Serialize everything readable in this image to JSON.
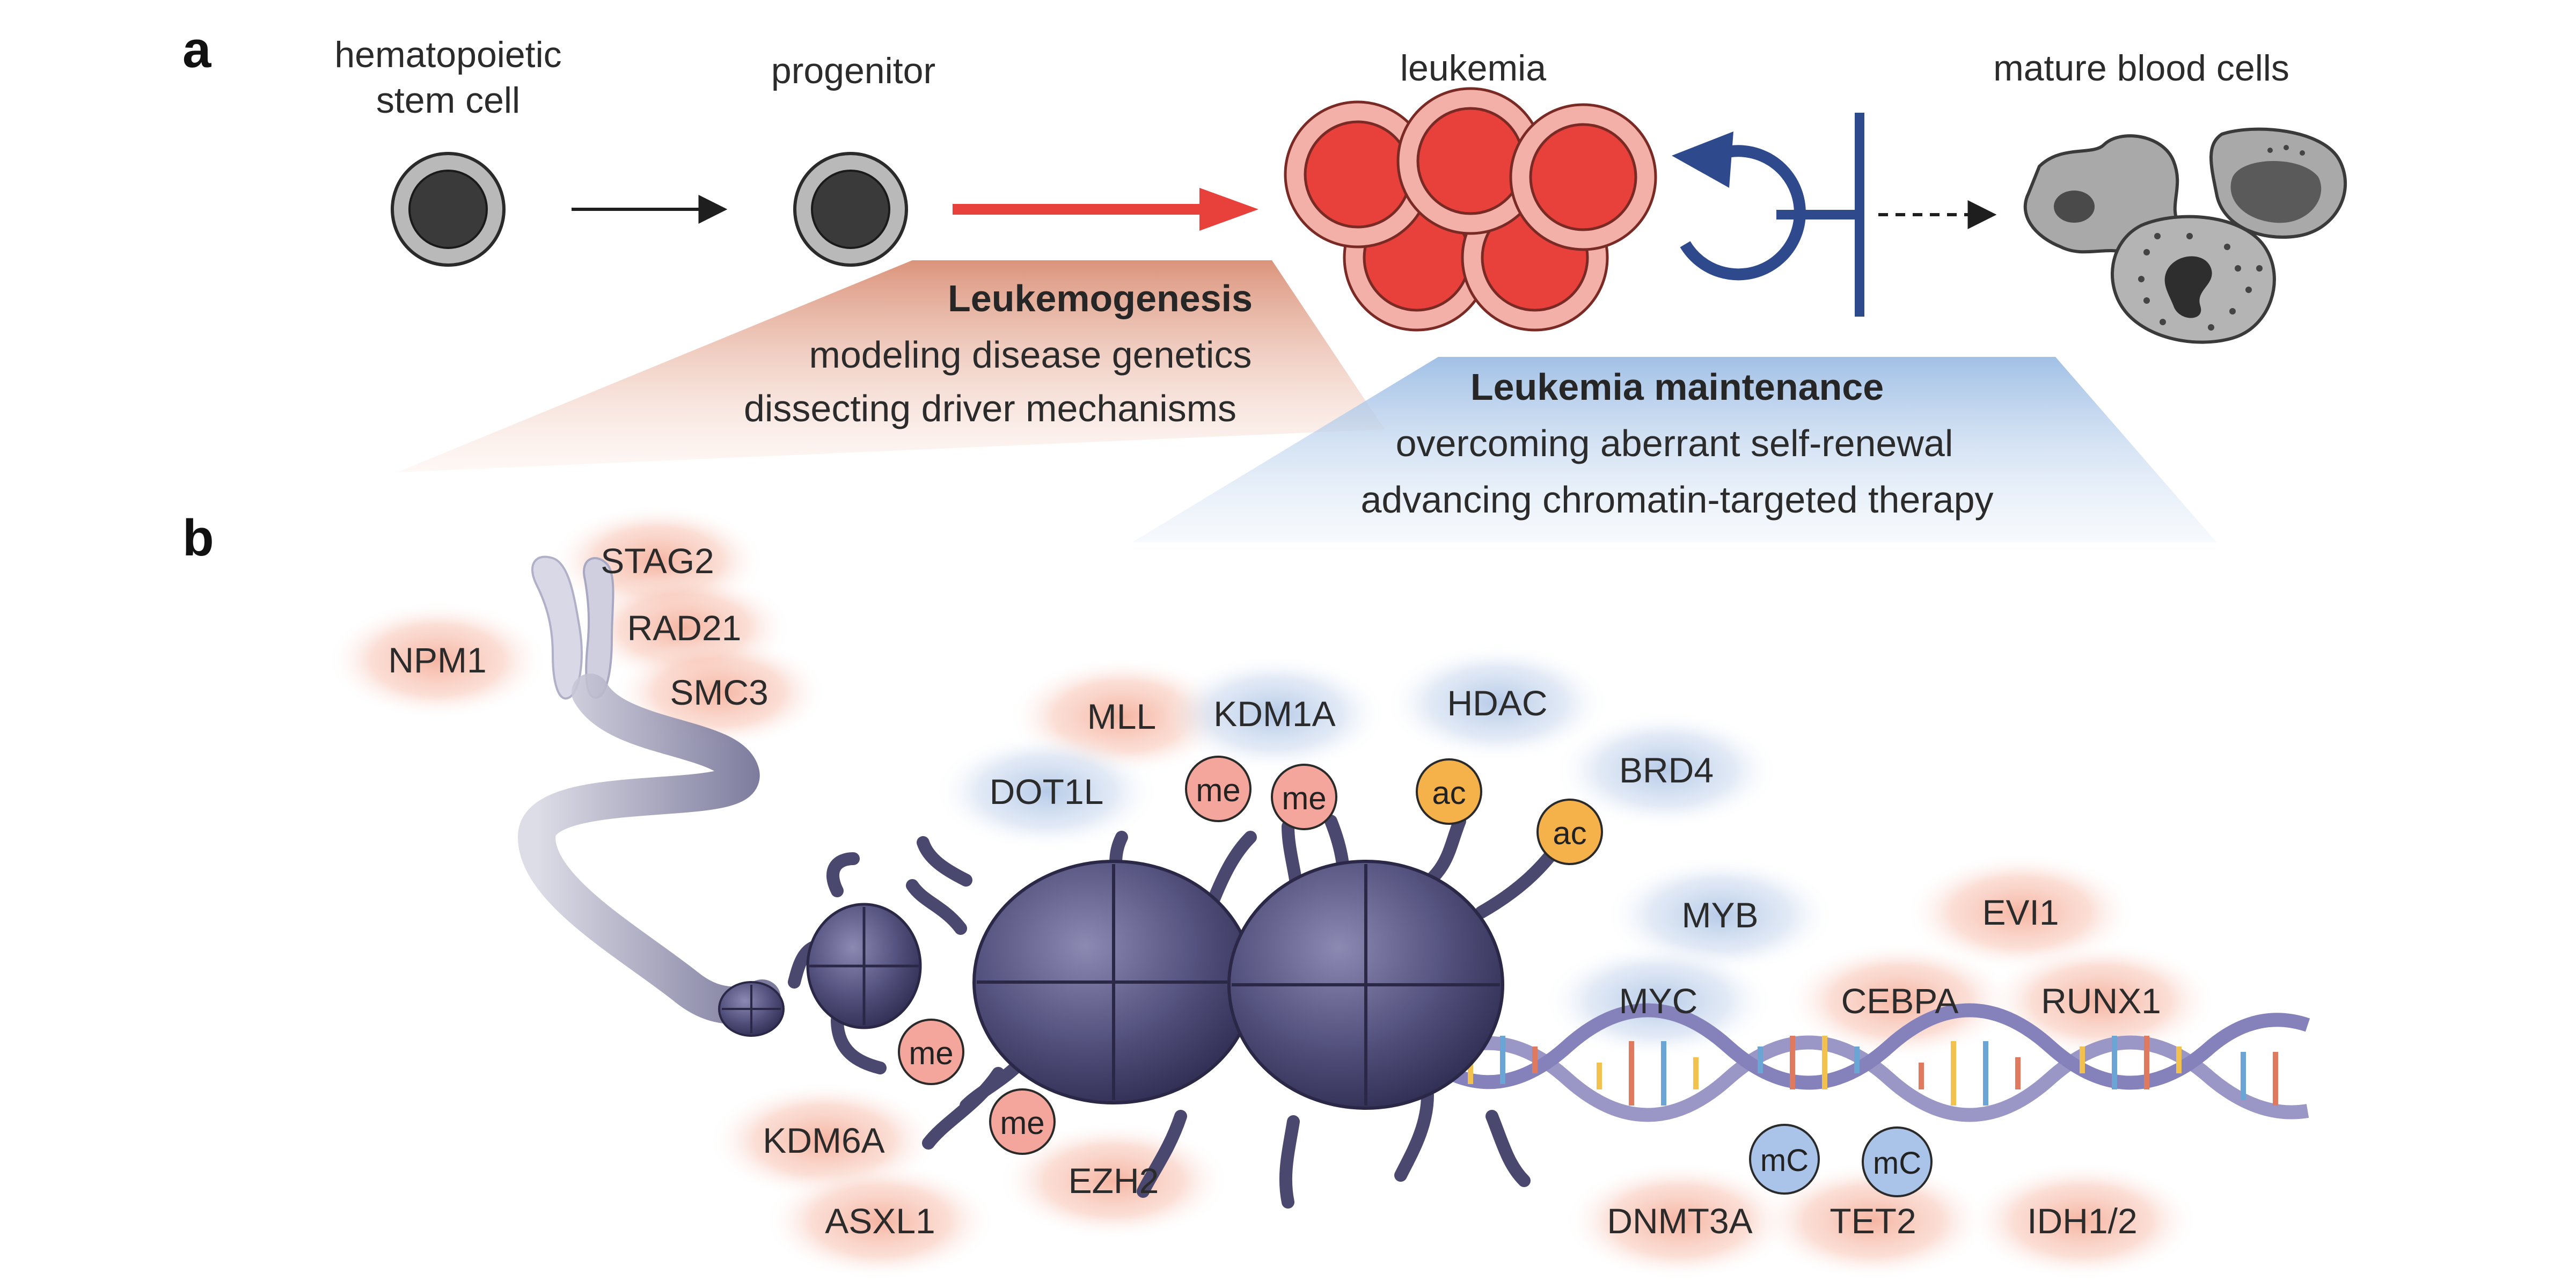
{
  "panels": {
    "a": {
      "letter": "a",
      "stage_labels": {
        "hsc_line1": "hematopoietic",
        "hsc_line2": "stem cell",
        "progenitor": "progenitor",
        "leukemia": "leukemia",
        "mature": "mature blood cells"
      },
      "leukemogenesis": {
        "title": "Leukemogenesis",
        "line1": "modeling disease genetics",
        "line2": "dissecting driver mechanisms"
      },
      "maintenance": {
        "title": "Leukemia maintenance",
        "line1": "overcoming aberrant self-renewal",
        "line2": "advancing chromatin-targeted therapy"
      }
    },
    "b": {
      "letter": "b",
      "genes": {
        "npm1": "NPM1",
        "stag2": "STAG2",
        "rad21": "RAD21",
        "smc3": "SMC3",
        "mll": "MLL",
        "kdm1a": "KDM1A",
        "hdac": "HDAC",
        "dot1l": "DOT1L",
        "brd4": "BRD4",
        "myb": "MYB",
        "evi1": "EVI1",
        "myc": "MYC",
        "cebpa": "CEBPA",
        "runx1": "RUNX1",
        "kdm6a": "KDM6A",
        "ezh2": "EZH2",
        "asxl1": "ASXL1",
        "dnmt3a": "DNMT3A",
        "tet2": "TET2",
        "idh12": "IDH1/2"
      },
      "marks": {
        "me": "me",
        "ac": "ac",
        "mc": "mC"
      }
    }
  },
  "colors": {
    "red_gene_glow": "#f4b9a6",
    "blue_gene_glow": "#b9cde8",
    "leukemia_red": "#e8403a",
    "leukemia_rim": "#f2b0a8",
    "inhibitor_blue": "#2f4a8c",
    "nucleosome": "#4f4d7a",
    "me_fill": "#f4a69c",
    "ac_fill": "#f6b24a",
    "mc_fill": "#a9c4e8"
  }
}
